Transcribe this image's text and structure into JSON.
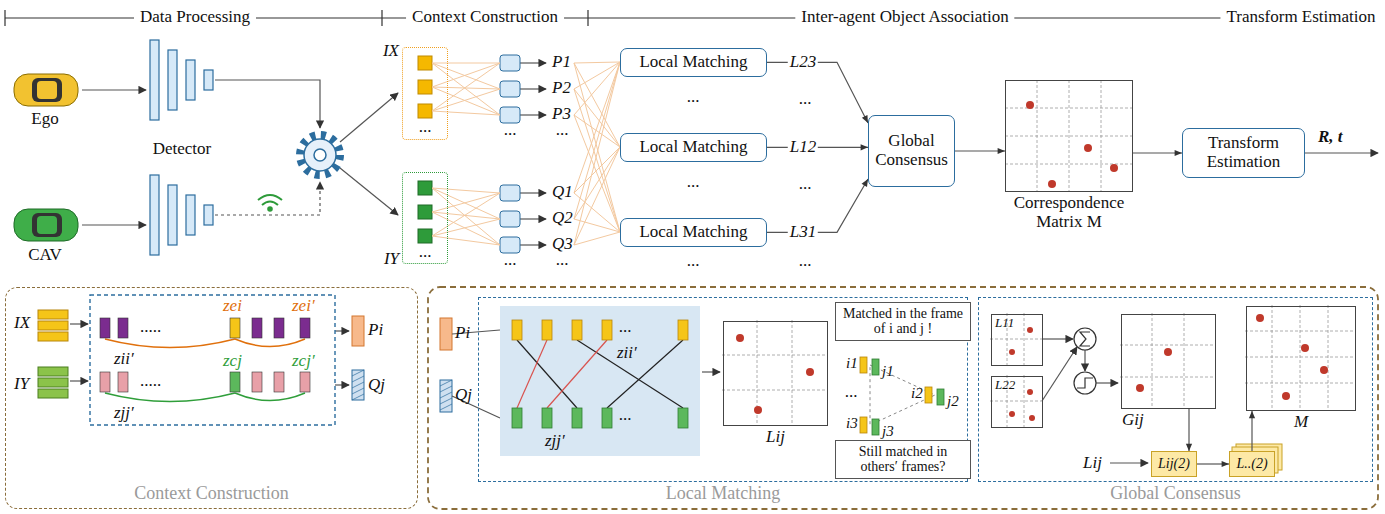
{
  "diagram": {
    "nodes": [
      {
        "text": [
          "IX"
        ]
      },
      {
        "text": [
          "IY"
        ]
      },
      {
        "text": [
          "Local Matching"
        ]
      },
      {
        "text": [
          "Local Matching"
        ]
      },
      {
        "text": [
          "Local Matching"
        ]
      },
      {
        "text": [
          "Global Consensus"
        ]
      },
      {
        "text": [
          "Correspondence Matrix M"
        ]
      },
      {
        "text": [
          "Transform Estimation"
        ]
      },
      {
        "text": [
          "Context Construction"
        ]
      },
      {
        "text": [
          "Local Matching"
        ]
      },
      {
        "text": [
          "Lij"
        ],
        "in": 9
      },
      {
        "text": [
          "Matched in the frame of i and j !"
        ],
        "in": 9
      },
      {
        "text": [
          "Still matched in others′ frames?"
        ],
        "in": 9
      },
      {
        "text": [
          "Global Consensus"
        ]
      },
      {
        "text": [
          "L11"
        ],
        "in": 13
      },
      {
        "text": [
          "L22"
        ],
        "in": 13
      },
      {
        "text": [
          "Gij"
        ],
        "in": 13
      },
      {
        "text": [
          "M"
        ],
        "in": 13
      },
      {
        "text": [
          "Lij(2)"
        ],
        "in": 13
      },
      {
        "text": [
          "L..(2)"
        ],
        "in": 13
      }
    ],
    "edges": [
      {
        "from": 2,
        "to": 5,
        "label": "L23",
        "arrow": "to"
      },
      {
        "from": 3,
        "to": 5,
        "label": "L12",
        "arrow": "to"
      },
      {
        "from": 4,
        "to": 5,
        "label": "L31",
        "arrow": "to"
      },
      {
        "from": 5,
        "to": 6,
        "arrow": "to"
      },
      {
        "from": 6,
        "to": 7,
        "arrow": "to"
      },
      {
        "from": 16,
        "to": 18,
        "arrow": "to"
      },
      {
        "from": 18,
        "to": 19,
        "arrow": "to"
      },
      {
        "from": 19,
        "to": 17,
        "arrow": "to"
      }
    ],
    "labels": [
      "Data Processing",
      "Context Construction",
      "Inter-agent Object Association",
      "Transform Estimation",
      "Ego",
      "CAV",
      "Detector",
      "...",
      "...",
      "P1",
      "P2",
      "P3",
      "...",
      "...",
      "Q1",
      "Q2",
      "Q3",
      "...",
      "...",
      "...",
      "...",
      "...",
      "...",
      "...",
      "...",
      "R, t",
      "IX",
      "IY",
      "zei",
      "zei′",
      "zii′",
      "zcj",
      "zcj′",
      "zjj′",
      "Pi",
      "Qj",
      ".....",
      ".....",
      "Pi",
      "Qj",
      "zii′",
      "zjj′",
      "...",
      "...",
      "i1",
      "j1",
      "i2",
      "j2",
      "i3",
      "j3",
      "...",
      "Lij"
    ]
  }
}
